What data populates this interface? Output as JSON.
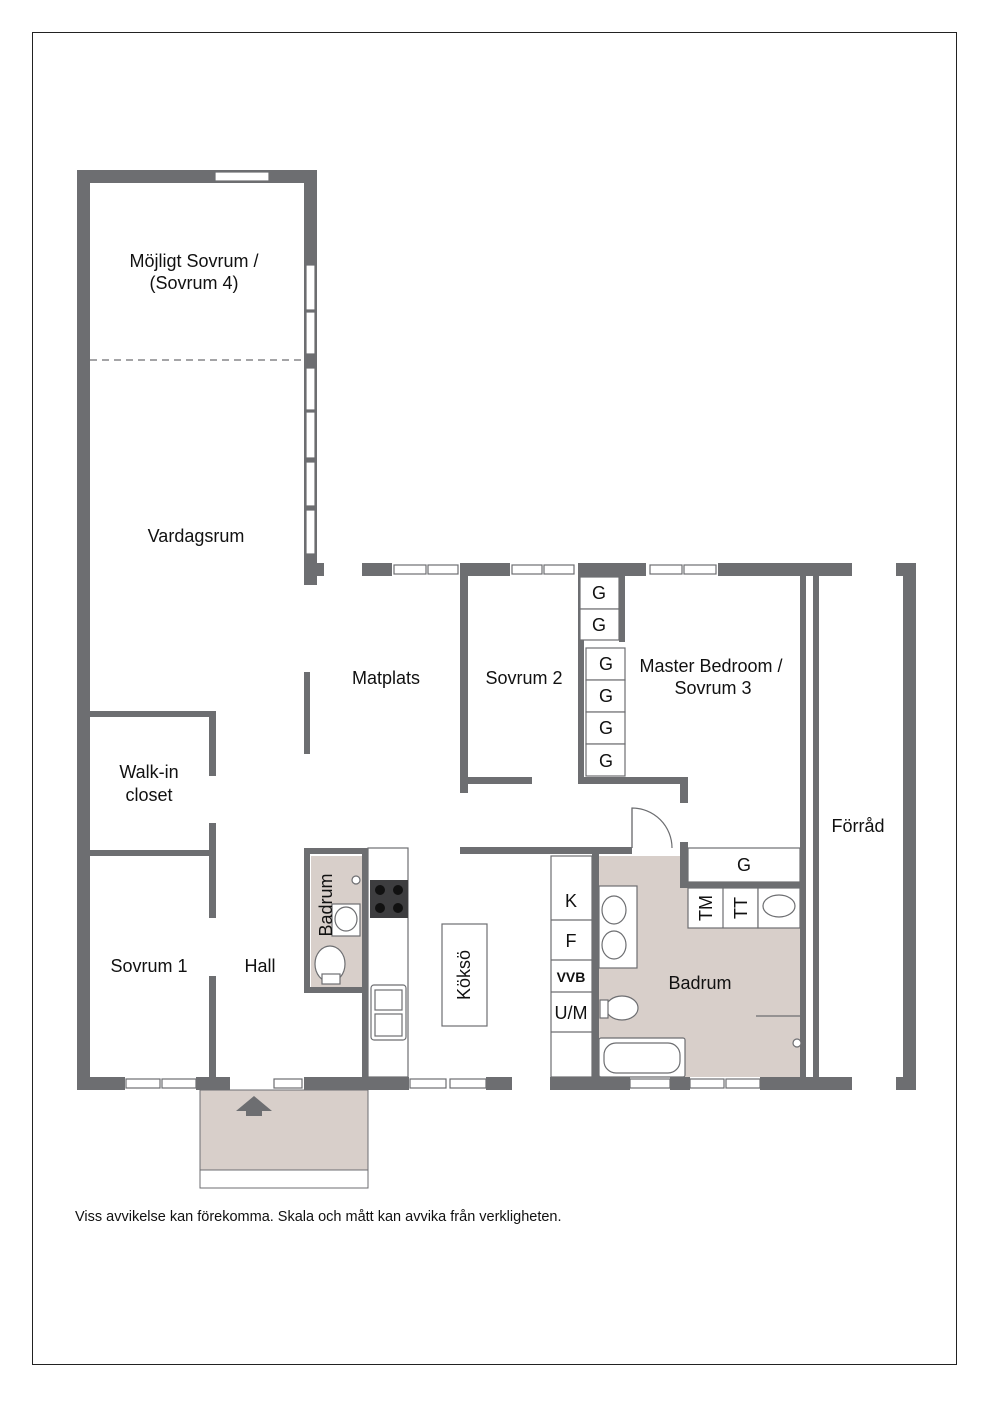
{
  "rooms": {
    "possible_bedroom": [
      "Möjligt Sovrum /",
      "(Sovrum 4)"
    ],
    "living_room": "Vardagsrum",
    "dining": "Matplats",
    "bedroom_2": "Sovrum 2",
    "master_bedroom": [
      "Master Bedroom /",
      "Sovrum 3"
    ],
    "walk_in_closet": [
      "Walk-in",
      "closet"
    ],
    "storage": "Förråd",
    "bedroom_1": "Sovrum 1",
    "hall": "Hall",
    "small_bathroom": "Badrum",
    "kitchen_island": "Köksö",
    "bathroom": "Badrum"
  },
  "fixtures": {
    "wardrobe": "G",
    "fridge": "K",
    "freezer": "F",
    "vvb": "VVB",
    "um": "U/M",
    "washer": "TM",
    "dryer": "TT"
  },
  "disclaimer": "Viss avvikelse kan förekomma. Skala och mått kan avvika från verkligheten."
}
